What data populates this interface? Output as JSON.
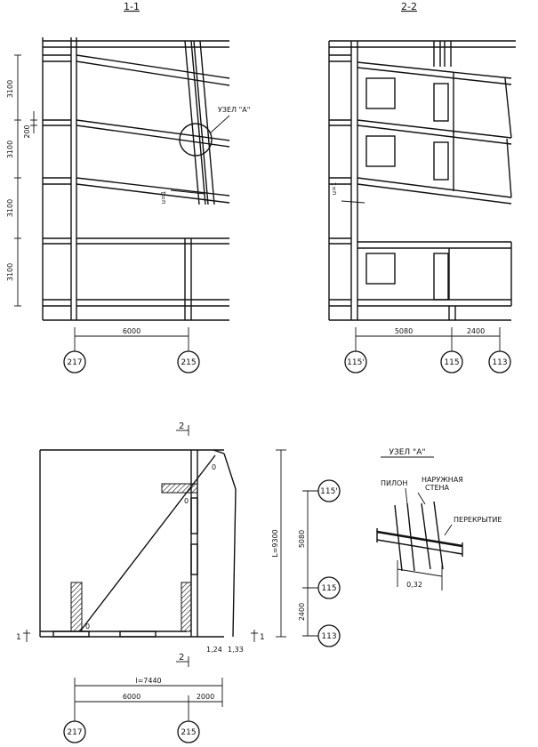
{
  "sections": {
    "s1": {
      "title": "1-1",
      "dims_left": [
        "3100",
        "3100",
        "3100",
        "3100"
      ],
      "dim_offset": "200",
      "gap_label": "u=1",
      "node_label": "УЗЕЛ \"А\"",
      "bottom_dim": "6000",
      "axes": [
        "217",
        "215"
      ]
    },
    "s2": {
      "title": "2-2",
      "gap_label": "u=1",
      "bottom_dims": [
        "5080",
        "2400"
      ],
      "axes": [
        "115'",
        "115",
        "113"
      ]
    }
  },
  "plan": {
    "cut_top": "2",
    "cut_bottom": "2",
    "cut_left": "1",
    "cut_right": "1",
    "zero_labels": [
      "0",
      "0",
      "0"
    ],
    "L_dim": "L=9300",
    "dims_right": [
      "5080",
      "2400"
    ],
    "axes_right": [
      "115'",
      "115",
      "113"
    ],
    "small_dims": [
      "1,24",
      "1,33"
    ],
    "l_dim": "l=7440",
    "bottom_dims": [
      "6000",
      "2000"
    ],
    "axes_bottom": [
      "217",
      "215"
    ]
  },
  "node": {
    "title": "УЗЕЛ \"А\"",
    "labels": [
      "ПИЛОН",
      "НАРУЖНАЯ",
      "СТЕНА",
      "ПЕРЕКРЫТИЕ"
    ],
    "dim": "0,32"
  }
}
